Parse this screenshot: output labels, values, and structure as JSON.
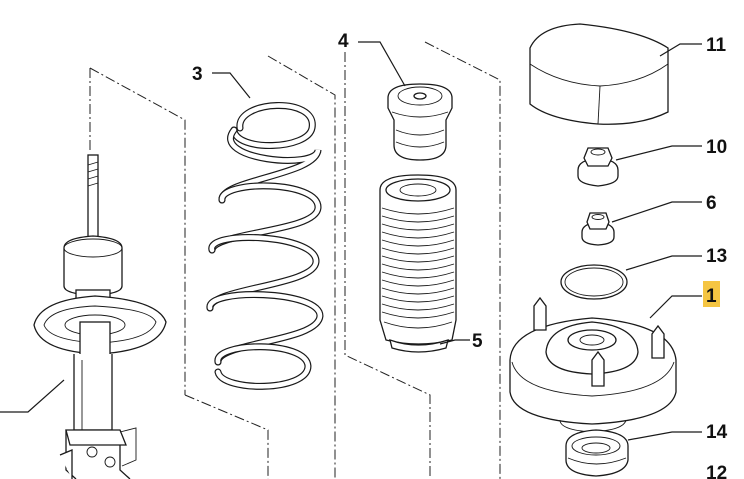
{
  "callouts": [
    {
      "id": "c1",
      "label": "1",
      "highlighted": true
    },
    {
      "id": "c3",
      "label": "3",
      "highlighted": false
    },
    {
      "id": "c4",
      "label": "4",
      "highlighted": false
    },
    {
      "id": "c5",
      "label": "5",
      "highlighted": false
    },
    {
      "id": "c6",
      "label": "6",
      "highlighted": false
    },
    {
      "id": "c10",
      "label": "10",
      "highlighted": false
    },
    {
      "id": "c11",
      "label": "11",
      "highlighted": false
    },
    {
      "id": "c12",
      "label": "12",
      "highlighted": false
    },
    {
      "id": "c13",
      "label": "13",
      "highlighted": false
    },
    {
      "id": "c14",
      "label": "14",
      "highlighted": false
    }
  ],
  "colors": {
    "highlight": "#f5c542",
    "ink": "#1a1a1a",
    "background": "#ffffff"
  }
}
